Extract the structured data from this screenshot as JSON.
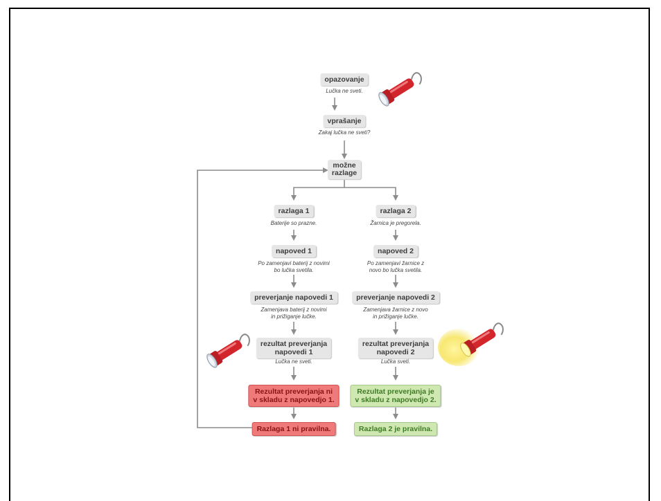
{
  "nodes": {
    "observation": {
      "title": "opazovanje",
      "note": "Lučka ne sveti."
    },
    "question": {
      "title": "vprašanje",
      "note": "Zakaj lučka ne sveti?"
    },
    "explanations": {
      "title": "možne\nrazlage"
    },
    "left": {
      "hypothesis": {
        "title": "razlaga 1",
        "note": "Baterije so prazne."
      },
      "prediction": {
        "title": "napoved 1",
        "note": "Po zamenjavi baterij z novimi\nbo lučka svetila."
      },
      "test": {
        "title": "preverjanje napovedi 1",
        "note": "Zamenjava baterij z novimi\nin prižiganje lučke."
      },
      "result": {
        "title": "rezultat preverjanja\nnapovedi 1",
        "note": "Lučka ne sveti."
      },
      "conclusion": {
        "title": "Rezultat preverjanja ni\nv skladu z napovedjo 1."
      },
      "verdict": {
        "title": "Razlaga 1 ni pravilna."
      }
    },
    "right": {
      "hypothesis": {
        "title": "razlaga 2",
        "note": "Žarnica je pregorela."
      },
      "prediction": {
        "title": "napoved 2",
        "note": "Po zamenjavi žarnice z\nnovo bo lučka svetila."
      },
      "test": {
        "title": "preverjanje napovedi 2",
        "note": "Zamenjava žarnice z novo\nin prižiganje lučke."
      },
      "result": {
        "title": "rezultat preverjanja\nnapovedi 2",
        "note": "Lučka sveti."
      },
      "conclusion": {
        "title": "Rezultat preverjanja je\nv skladu z napovedjo 2."
      },
      "verdict": {
        "title": "Razlaga 2 je pravilna."
      }
    }
  },
  "icons": [
    "flashlight-off-icon",
    "flashlight-off-icon",
    "flashlight-on-icon"
  ],
  "colors": {
    "negative_fill": "#ef7a7a",
    "positive_fill": "#cfe7b0",
    "box_fill": "#e6e6e6",
    "arrow": "#8c8c8c"
  }
}
